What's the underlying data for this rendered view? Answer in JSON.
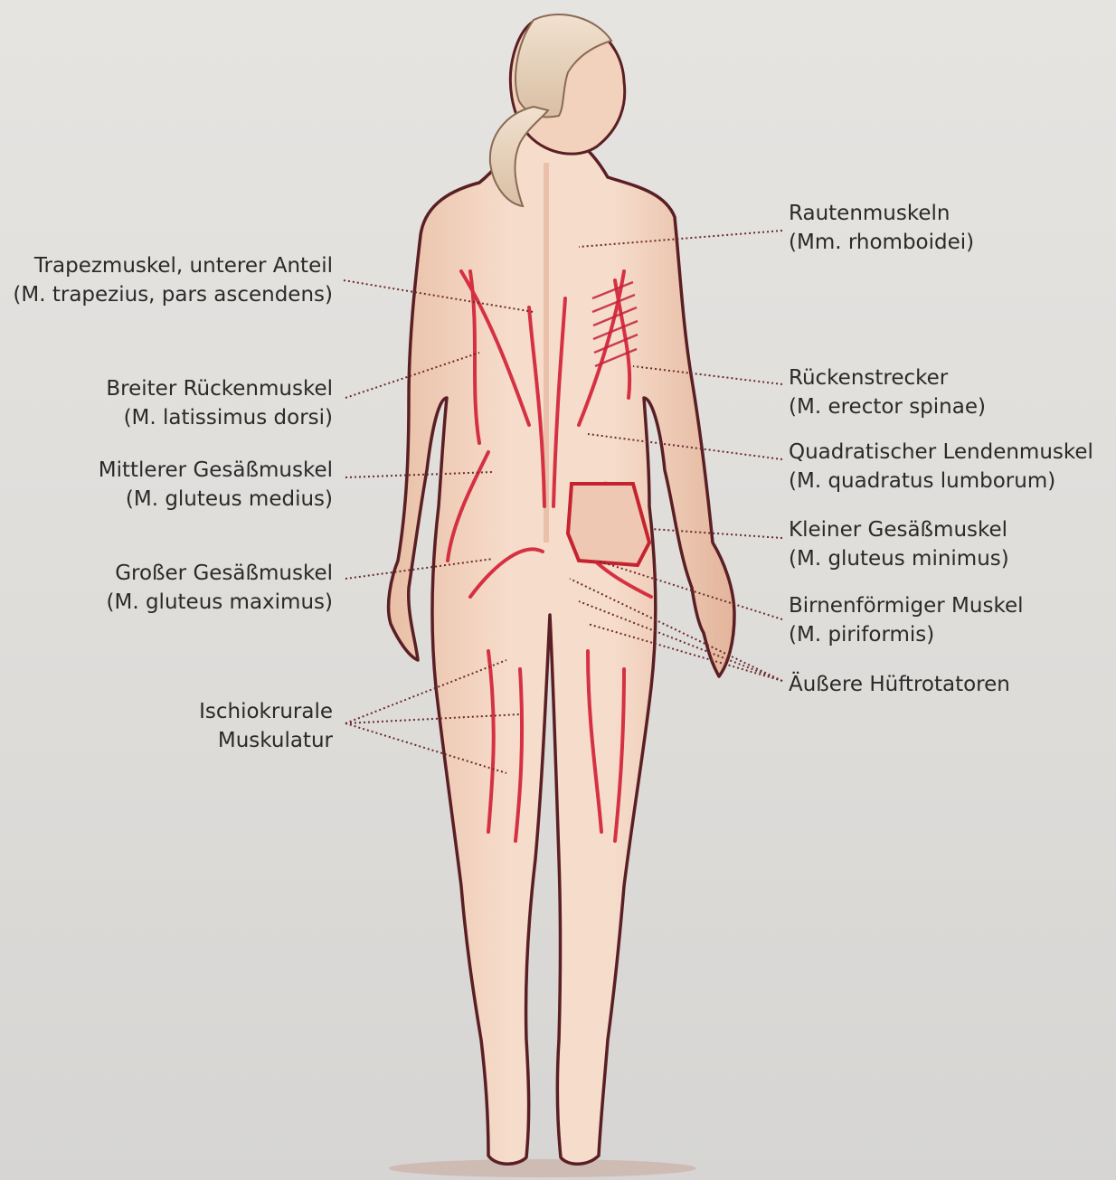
{
  "colors": {
    "background": "#e3e1de",
    "text": "#2a2a2a",
    "skin": "#f2d2bd",
    "skin_shadow": "#e3b49a",
    "outline": "#5a1f24",
    "muscle": "#d21f35",
    "leader": "#6b2a2e"
  },
  "labels": {
    "trapezius": {
      "line1": "Trapezmuskel, unterer Anteil",
      "line2": "(M. trapezius, pars ascendens)"
    },
    "latissimus": {
      "line1": "Breiter Rückenmuskel",
      "line2": "(M. latissimus dorsi)"
    },
    "gluteus_medius": {
      "line1": "Mittlerer Gesäßmuskel",
      "line2": "(M. gluteus medius)"
    },
    "gluteus_maximus": {
      "line1": "Großer Gesäßmuskel",
      "line2": "(M. gluteus maximus)"
    },
    "hamstrings": {
      "line1": "Ischiokrurale",
      "line2": "Muskulatur"
    },
    "rhomboids": {
      "line1": "Rautenmuskeln",
      "line2": "(Mm. rhomboidei)"
    },
    "erector": {
      "line1": "Rückenstrecker",
      "line2": "(M. erector spinae)"
    },
    "quadratus": {
      "line1": "Quadratischer Lendenmuskel",
      "line2": "(M. quadratus lumborum)"
    },
    "gluteus_minimus": {
      "line1": "Kleiner Gesäßmuskel",
      "line2": "(M. gluteus minimus)"
    },
    "piriformis": {
      "line1": "Birnenförmiger Muskel",
      "line2": "(M. piriformis)"
    },
    "hip_rotators": {
      "line1": "Äußere Hüftrotatoren"
    }
  }
}
